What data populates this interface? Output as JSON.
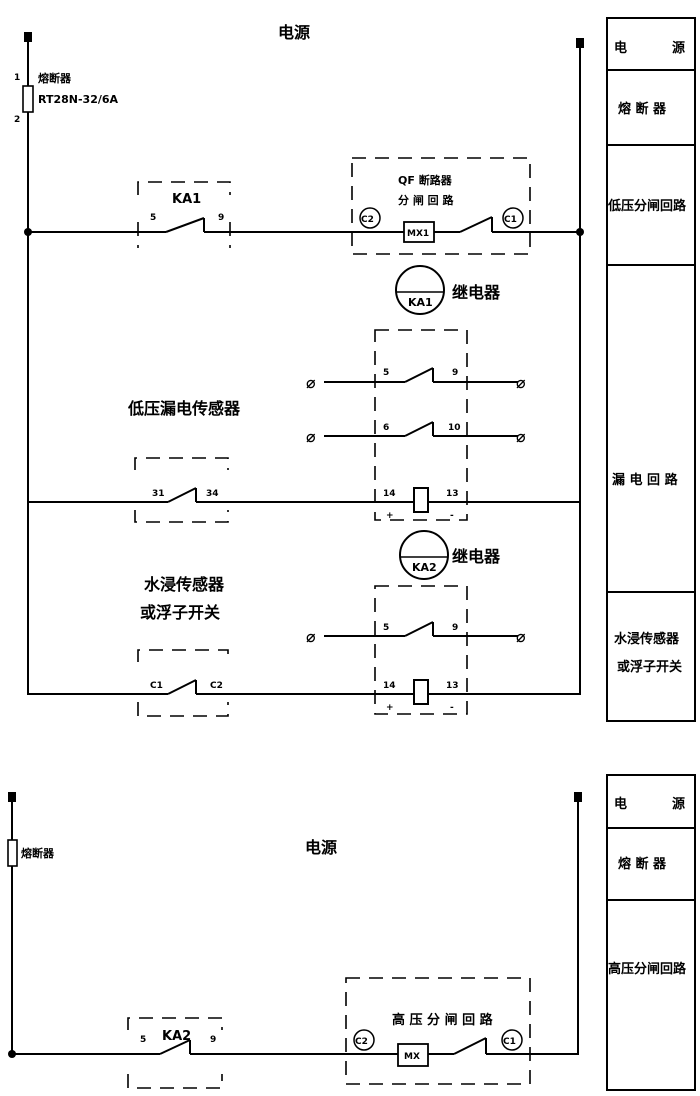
{
  "diagram1": {
    "power": "电源",
    "fuse_label": "熔断器",
    "fuse_model": "RT28N-32/6A",
    "fuse_pin1": "1",
    "fuse_pin2": "2",
    "ka1_contact": {
      "name": "KA1",
      "pin_a": "5",
      "pin_b": "9"
    },
    "qf_title": "QF 断路器",
    "qf_subtitle": "分 闸 回 路",
    "c2": "C2",
    "c1": "C1",
    "mx1": "MX1",
    "relay1_coil": "KA1",
    "relay1_label": "继电器",
    "leak_sensor_label": "低压漏电传感器",
    "relay1_pins": {
      "r1a": "5",
      "r1b": "9",
      "r2a": "6",
      "r2b": "10",
      "c14": "14",
      "c13": "13",
      "plus": "+",
      "minus": "-"
    },
    "leak_contact": {
      "pin_a": "31",
      "pin_b": "34"
    },
    "relay2_coil": "KA2",
    "relay2_label": "继电器",
    "water_sensor_line1": "水浸传感器",
    "water_sensor_line2": "或浮子开关",
    "relay2_pins": {
      "r1a": "5",
      "r1b": "9",
      "c14": "14",
      "c13": "13",
      "plus": "+",
      "minus": "-"
    },
    "water_contact": {
      "pin_a": "C1",
      "pin_b": "C2"
    }
  },
  "side1": {
    "power_a": "电",
    "power_b": "源",
    "fuse": "熔 断 器",
    "lv_trip": "低压分闸回路",
    "leak": "漏 电 回 路",
    "water_line1": "水浸传感器",
    "water_line2": "或浮子开关"
  },
  "diagram2": {
    "power": "电源",
    "fuse_label": "熔断器",
    "ka2_contact": {
      "name": "KA2",
      "pin_a": "5",
      "pin_b": "9"
    },
    "hv_title": "高 压 分 闸 回 路",
    "c2": "C2",
    "c1": "C1",
    "mx": "MX"
  },
  "side2": {
    "power_a": "电",
    "power_b": "源",
    "fuse": "熔 断 器",
    "hv_trip": "高压分闸回路"
  }
}
